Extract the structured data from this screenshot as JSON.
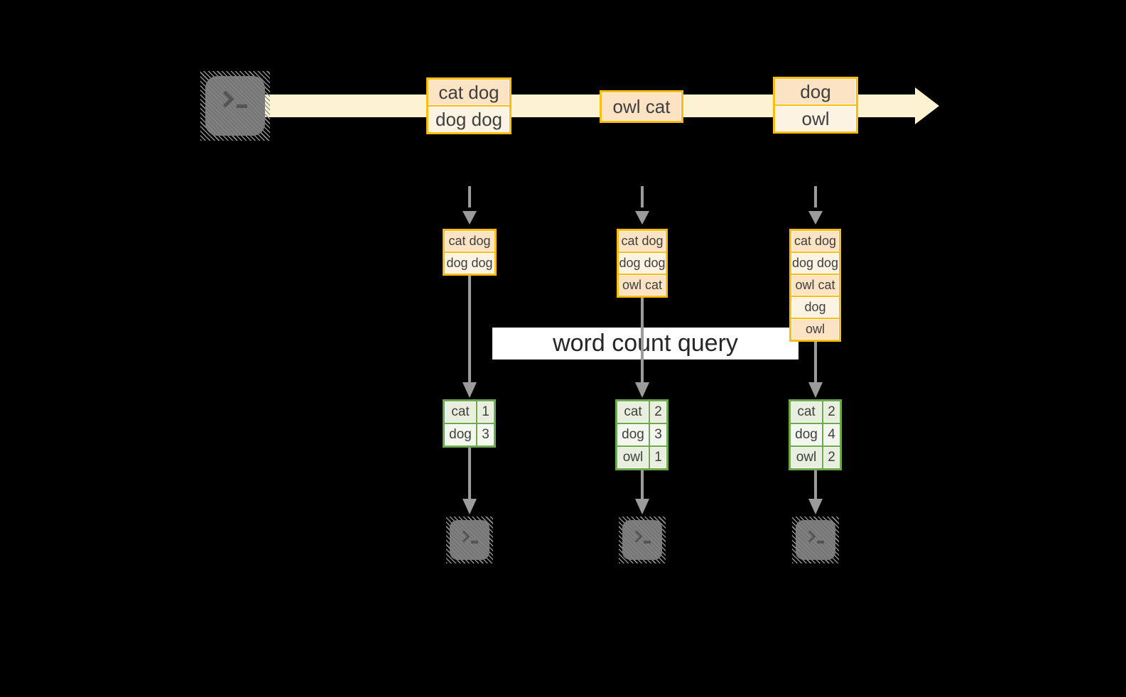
{
  "diagram": {
    "query_label": "word count query",
    "stream": {
      "batches": [
        [
          "cat dog",
          "dog dog"
        ],
        [
          "owl cat"
        ],
        [
          "dog",
          "owl"
        ]
      ]
    },
    "columns": [
      {
        "micro_batch": [
          "cat dog",
          "dog dog"
        ],
        "word_counts": [
          [
            "cat",
            "1"
          ],
          [
            "dog",
            "3"
          ]
        ]
      },
      {
        "micro_batch": [
          "cat dog",
          "dog dog",
          "owl cat"
        ],
        "word_counts": [
          [
            "cat",
            "2"
          ],
          [
            "dog",
            "3"
          ],
          [
            "owl",
            "1"
          ]
        ]
      },
      {
        "micro_batch": [
          "cat dog",
          "dog dog",
          "owl cat",
          "dog",
          "owl"
        ],
        "word_counts": [
          [
            "cat",
            "2"
          ],
          [
            "dog",
            "4"
          ],
          [
            "owl",
            "2"
          ]
        ]
      }
    ],
    "icons": {
      "source": "terminal-icon",
      "sinks": [
        "terminal-icon",
        "terminal-icon",
        "terminal-icon"
      ],
      "terminal_prompt_glyph": ">_"
    },
    "colors": {
      "background": "#000000",
      "stream-fill": "#fdf3d2",
      "box-border": "#fcbd10",
      "box-fill-a": "#fbe3c3",
      "box-fill-b": "#fdf3e3",
      "table-border": "#6caa4d",
      "table-fill-a": "#e8efde",
      "table-fill-b": "#f3f8ee",
      "arrow-gray": "#9b9b9b",
      "terminal-gray": "#7c7c7c",
      "text-dark": "#3f3f3f",
      "label-text": "#262626",
      "label-bg": "#ffffff"
    }
  }
}
